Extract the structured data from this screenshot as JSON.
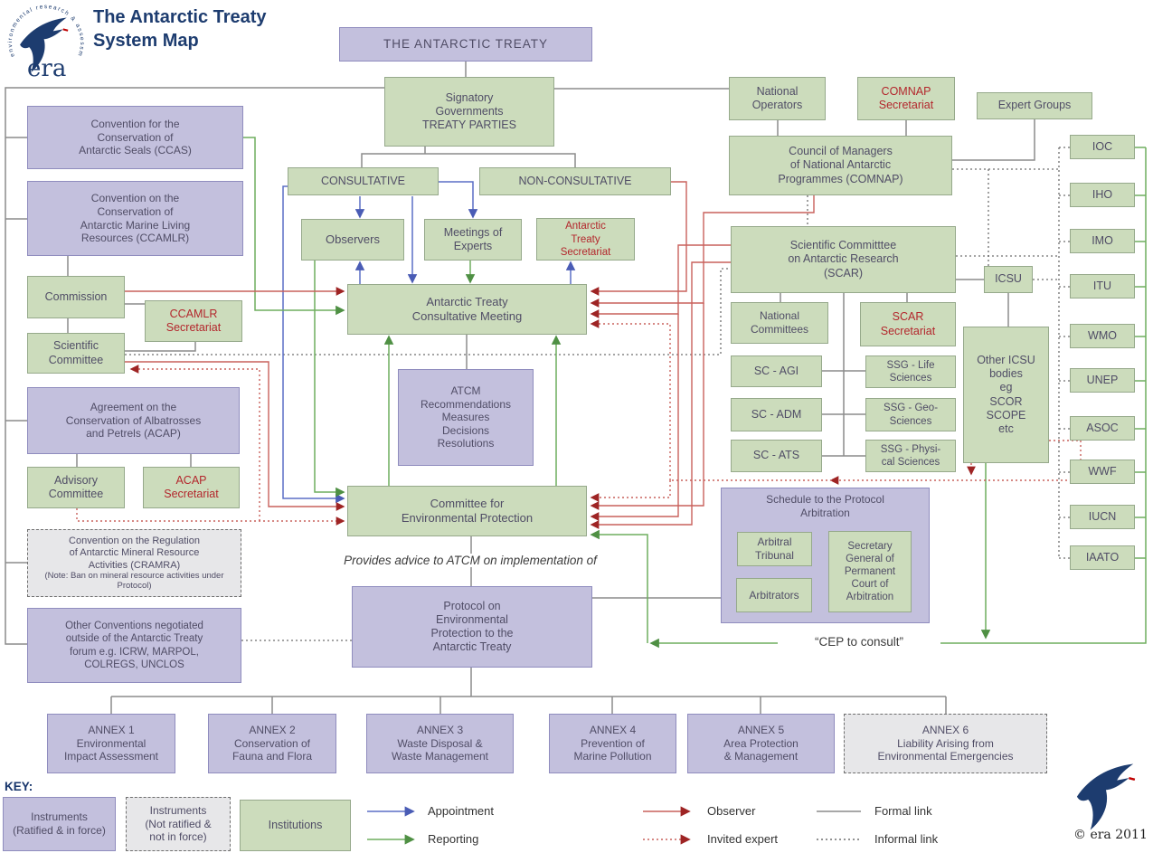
{
  "header": {
    "title": "The Antarctic Treaty\nSystem Map",
    "logo_text": "era",
    "logo_ring_text": "environmental research & assessment"
  },
  "footer": {
    "copyright": "© era 2011"
  },
  "colors": {
    "instrument_fill": "#c3c0dd",
    "institution_fill": "#ccdcbc",
    "not_ratified_fill": "#e7e7e9",
    "appointment": "#5b6fc5",
    "reporting": "#6fae5f",
    "observer": "#c9605c",
    "formal": "#8c8c8c",
    "secretariat_text": "#b3262c",
    "title_navy": "#1d3c6f"
  },
  "nodes": {
    "treaty": {
      "label": "THE ANTARCTIC TREATY"
    },
    "signatory": {
      "label": "Signatory\nGovernments\nTREATY PARTIES"
    },
    "consultative": {
      "label": "CONSULTATIVE"
    },
    "nonconsultative": {
      "label": "NON-CONSULTATIVE"
    },
    "observers": {
      "label": "Observers"
    },
    "meetings_of_experts": {
      "label": "Meetings of\nExperts"
    },
    "at_secretariat": {
      "label": "Antarctic\nTreaty\nSecretariat"
    },
    "atcm": {
      "label": "Antarctic Treaty\nConsultative Meeting"
    },
    "atcm_outputs": {
      "label": "ATCM\nRecommendations\nMeasures\nDecisions\nResolutions"
    },
    "cep": {
      "label": "Committee for\nEnvironmental Protection"
    },
    "protocol": {
      "label": "Protocol on\nEnvironmental\nProtection to the\nAntarctic Treaty"
    },
    "ccas": {
      "label": "Convention for the\nConservation of\nAntarctic Seals (CCAS)"
    },
    "ccamlr": {
      "label": "Convention on the\nConservation of\nAntarctic Marine Living\nResources (CCAMLR)"
    },
    "commission": {
      "label": "Commission"
    },
    "ccamlr_secretariat": {
      "label": "CCAMLR\nSecretariat"
    },
    "scientific_committee": {
      "label": "Scientific\nCommittee"
    },
    "acap": {
      "label": "Agreement on the\nConservation of Albatrosses\nand Petrels (ACAP)"
    },
    "advisory_committee": {
      "label": "Advisory\nCommittee"
    },
    "acap_secretariat": {
      "label": "ACAP\nSecretariat"
    },
    "cramra": {
      "label": "Convention on the Regulation\nof Antarctic Mineral Resource\nActivities (CRAMRA)",
      "note": "(Note: Ban on mineral resource activities under Protocol)"
    },
    "other_conventions": {
      "label": "Other Conventions negotiated\noutside of the Antarctic Treaty\nforum e.g. ICRW, MARPOL,\nCOLREGS, UNCLOS"
    },
    "national_operators": {
      "label": "National\nOperators"
    },
    "comnap_secretariat": {
      "label": "COMNAP\nSecretariat"
    },
    "expert_groups": {
      "label": "Expert Groups"
    },
    "comnap": {
      "label": "Council of Managers\nof National Antarctic\nProgrammes (COMNAP)"
    },
    "scar": {
      "label": "Scientific Committtee\non Antarctic Research\n(SCAR)"
    },
    "national_committees": {
      "label": "National\nCommittees"
    },
    "scar_secretariat": {
      "label": "SCAR\nSecretariat"
    },
    "sc_agi": {
      "label": "SC - AGI"
    },
    "ssg_life": {
      "label": "SSG - Life\nSciences"
    },
    "sc_adm": {
      "label": "SC - ADM"
    },
    "ssg_geo": {
      "label": "SSG - Geo-\nSciences"
    },
    "sc_ats": {
      "label": "SC - ATS"
    },
    "ssg_physical": {
      "label": "SSG - Physi-\ncal Sciences"
    },
    "icsu": {
      "label": "ICSU"
    },
    "other_icsu": {
      "label": "Other ICSU\nbodies\neg\nSCOR\nSCOPE\netc"
    },
    "arbitration": {
      "label": "Schedule to the Protocol\nArbitration"
    },
    "arbitral_tribunal": {
      "label": "Arbitral\nTribunal"
    },
    "arbitrators": {
      "label": "Arbitrators"
    },
    "secretary_general": {
      "label": "Secretary\nGeneral of\nPermanent\nCourt of\nArbitration"
    }
  },
  "right_column": [
    "IOC",
    "IHO",
    "IMO",
    "ITU",
    "WMO",
    "UNEP",
    "ASOC",
    "WWF",
    "IUCN",
    "IAATO"
  ],
  "annexes": [
    "ANNEX 1\nEnvironmental\nImpact Assessment",
    "ANNEX 2\nConservation of\nFauna and Flora",
    "ANNEX 3\nWaste Disposal &\nWaste Management",
    "ANNEX 4\nPrevention of\nMarine Pollution",
    "ANNEX 5\nArea Protection\n& Management",
    "ANNEX 6\nLiability Arising from\nEnvironmental Emergencies"
  ],
  "notes": {
    "advice": "Provides advice to ATCM on implementation of",
    "cep_consult": "“CEP to consult”"
  },
  "key": {
    "title": "KEY:",
    "instruments_ratified": "Instruments\n(Ratified & in force)",
    "instruments_not_ratified": "Instruments\n(Not ratified &\nnot in force)",
    "institutions": "Institutions",
    "legend": [
      {
        "label": "Appointment"
      },
      {
        "label": "Reporting"
      },
      {
        "label": "Observer"
      },
      {
        "label": "Invited expert"
      },
      {
        "label": "Formal link"
      },
      {
        "label": "Informal link"
      }
    ]
  }
}
